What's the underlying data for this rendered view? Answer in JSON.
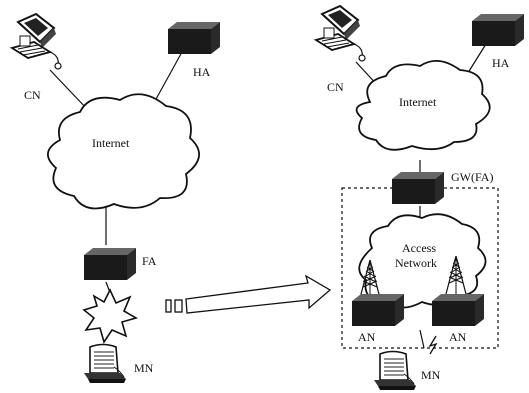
{
  "left": {
    "cn_label": "CN",
    "ha_label": "HA",
    "internet_label": "Internet",
    "fa_label": "FA",
    "mn_label": "MN"
  },
  "right": {
    "cn_label": "CN",
    "ha_label": "HA",
    "internet_label": "Internet",
    "gw_label": "GW(FA)",
    "access_line1": "Access",
    "access_line2": "Network",
    "an_left_label": "AN",
    "an_right_label": "AN",
    "mn_label": "MN"
  },
  "colors": {
    "ink": "#111111",
    "device": "#1c1c1c",
    "device_top": "#555555",
    "paper": "#ffffff"
  }
}
